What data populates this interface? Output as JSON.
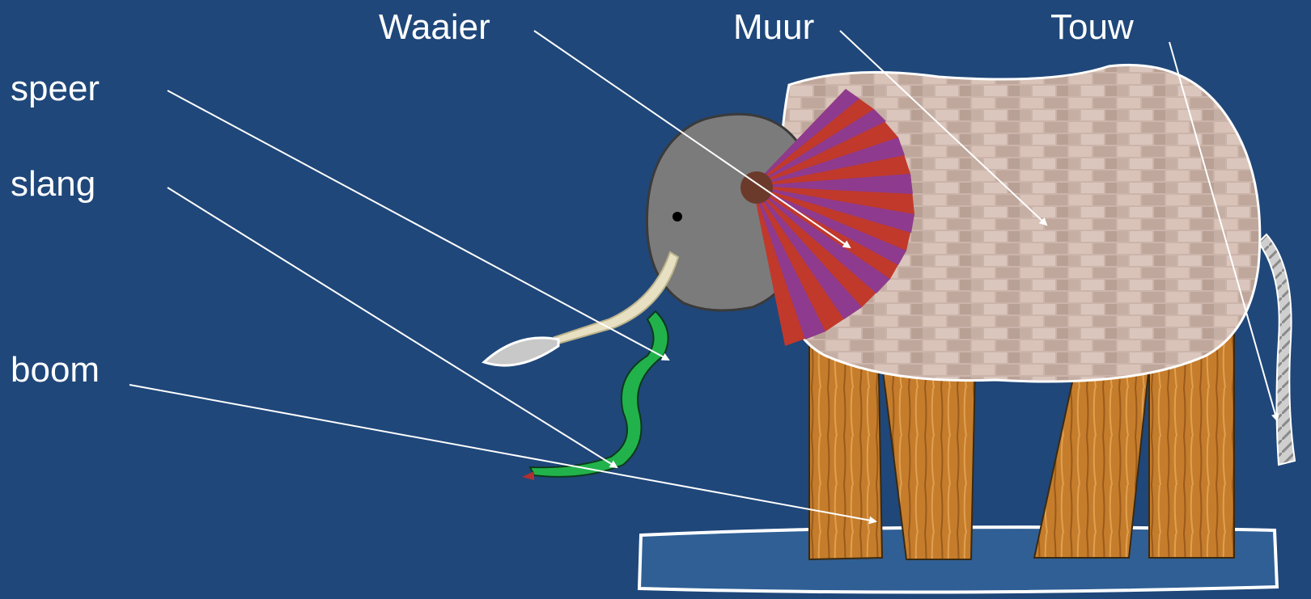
{
  "labels": {
    "waaier": "Waaier",
    "muur": "Muur",
    "touw": "Touw",
    "speer": "speer",
    "slang": "slang",
    "boom": "boom"
  },
  "colors": {
    "background": "#1f477a",
    "wall": "#c9b2a8",
    "fan_red": "#c0392b",
    "fan_purple": "#8e3a8e",
    "head": "#7b7b7b",
    "legs": "#c07a2a",
    "snake": "#22b24c",
    "rope": "#d8d8d8",
    "log": "#2f5f95",
    "arrow": "#ffffff"
  }
}
